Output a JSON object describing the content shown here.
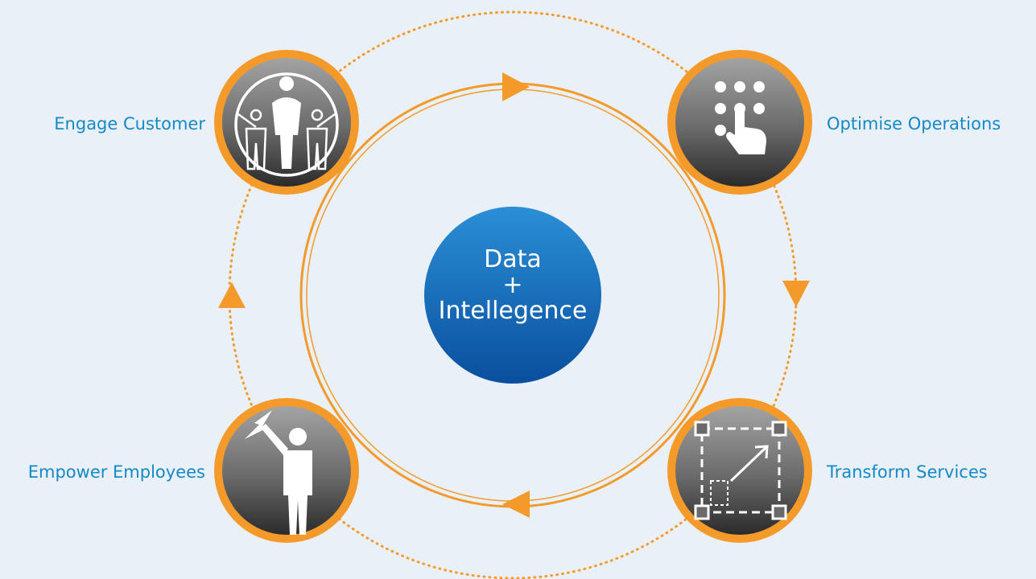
{
  "center": {
    "line1": "Data",
    "line2": "+",
    "line3": "Intellegence",
    "gradient_top": "#2a8fd6",
    "gradient_bottom": "#0a4f9e"
  },
  "nodes": [
    {
      "id": "engage",
      "label": "Engage Customer",
      "icon": "people-group-icon"
    },
    {
      "id": "optimise",
      "label": "Optimise Operations",
      "icon": "keypad-touch-icon"
    },
    {
      "id": "transform",
      "label": "Transform Services",
      "icon": "resize-transform-icon"
    },
    {
      "id": "empower",
      "label": "Empower Employees",
      "icon": "person-raised-arm-icon"
    }
  ],
  "colors": {
    "accent": "#f39a2b",
    "label": "#1489c8",
    "background": "#eaf0f8",
    "node_fill_top": "#9a9a9a",
    "node_fill_bottom": "#2f2f2f"
  }
}
